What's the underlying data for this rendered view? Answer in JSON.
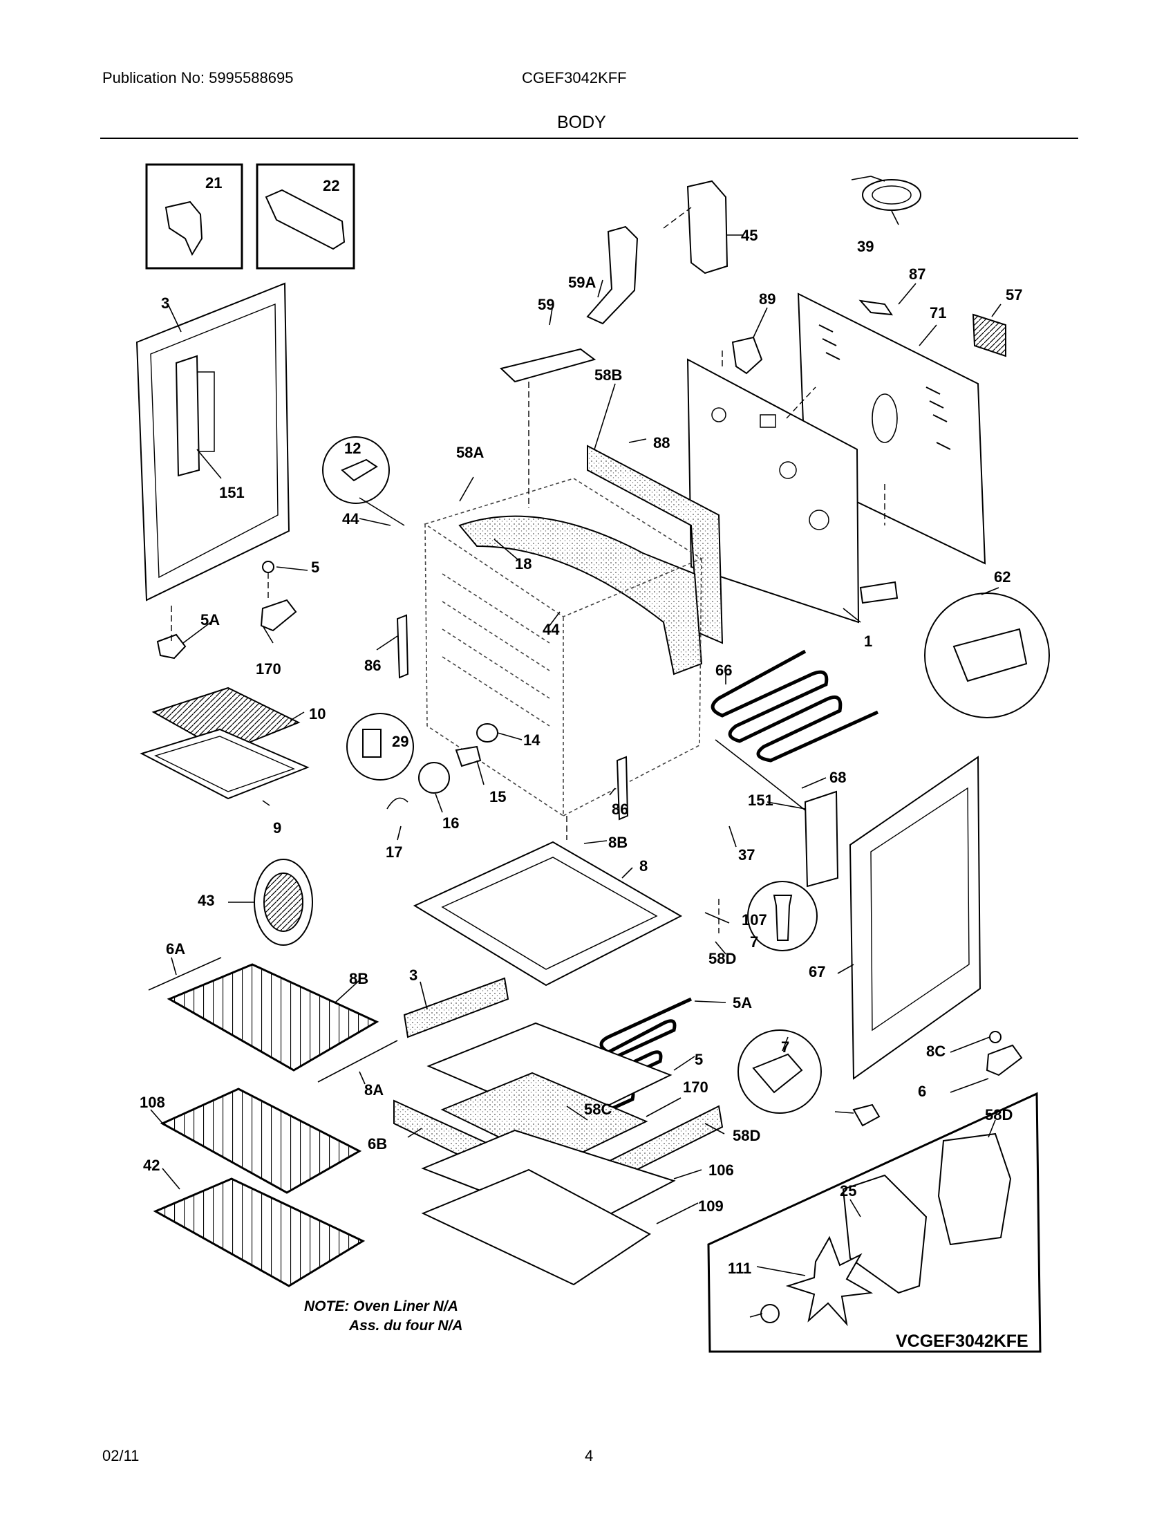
{
  "header": {
    "publication": "Publication No: 5995588695",
    "model": "CGEF3042KFF",
    "section": "BODY"
  },
  "note": {
    "line1": "NOTE: Oven Liner N/A",
    "line2": "Ass. du four N/A"
  },
  "inset_model": "VCGEF3042KFE",
  "footer": {
    "date": "02/11",
    "page": "4"
  },
  "parts": [
    "21",
    "22",
    "45",
    "39",
    "59A",
    "59",
    "89",
    "87",
    "57",
    "3",
    "71",
    "151",
    "58B",
    "12",
    "88",
    "58A",
    "44",
    "18",
    "5",
    "62",
    "5A",
    "170",
    "86",
    "44",
    "1",
    "66",
    "10",
    "29",
    "14",
    "68",
    "9",
    "15",
    "151",
    "16",
    "86",
    "17",
    "8B",
    "37",
    "8",
    "107",
    "43",
    "7",
    "6A",
    "8B",
    "58D",
    "3",
    "67",
    "5A",
    "7",
    "8A",
    "5",
    "8C",
    "58C",
    "170",
    "6",
    "108",
    "58D",
    "58D",
    "6B",
    "42",
    "106",
    "25",
    "109",
    "111"
  ]
}
